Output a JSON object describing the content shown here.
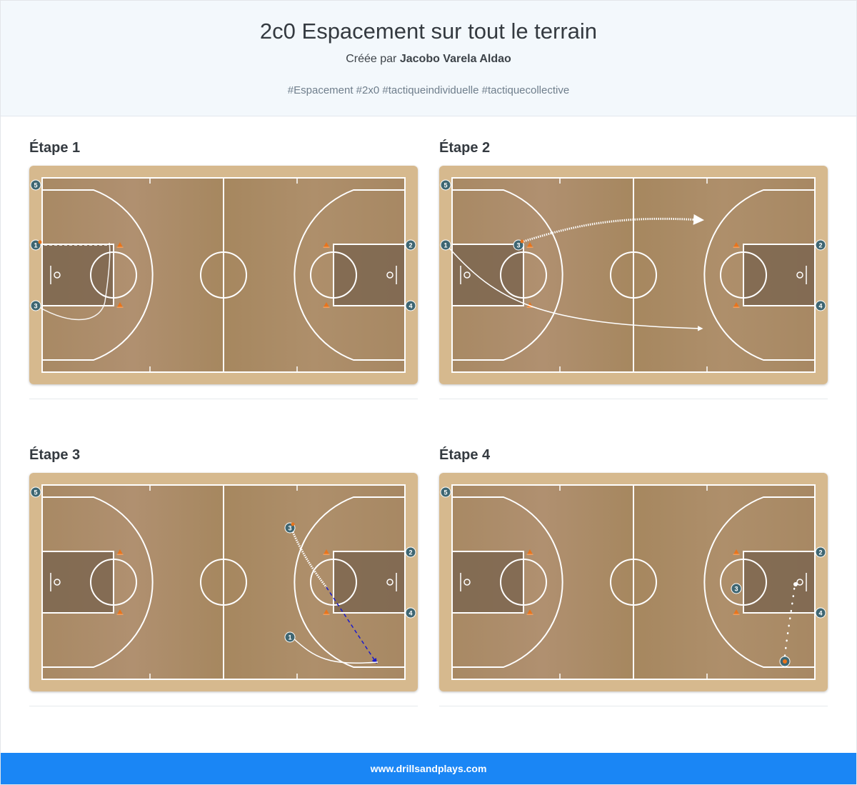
{
  "header": {
    "title": "2c0 Espacement sur tout le terrain",
    "byline_prefix": "Créée par",
    "author": "Jacobo Varela Aldao",
    "tags": "#Espacement #2x0 #tactiqueindividuelle #tactiquecollective"
  },
  "steps": [
    {
      "title": "Étape 1"
    },
    {
      "title": "Étape 2"
    },
    {
      "title": "Étape 3"
    },
    {
      "title": "Étape 4"
    }
  ],
  "players": {
    "p1": "1",
    "p2": "2",
    "p3": "3",
    "p4": "4",
    "p5": "5"
  },
  "colors": {
    "court_border": "#d6b98e",
    "court_floor": "#a98a66",
    "paint": "#7c6650",
    "lines": "#ffffff",
    "player": "#3e6672",
    "cone": "#e8741d",
    "pass_line": "#1a1acc",
    "footer": "#1a86f5"
  },
  "footer": {
    "site": "www.drillsandplays.com"
  }
}
